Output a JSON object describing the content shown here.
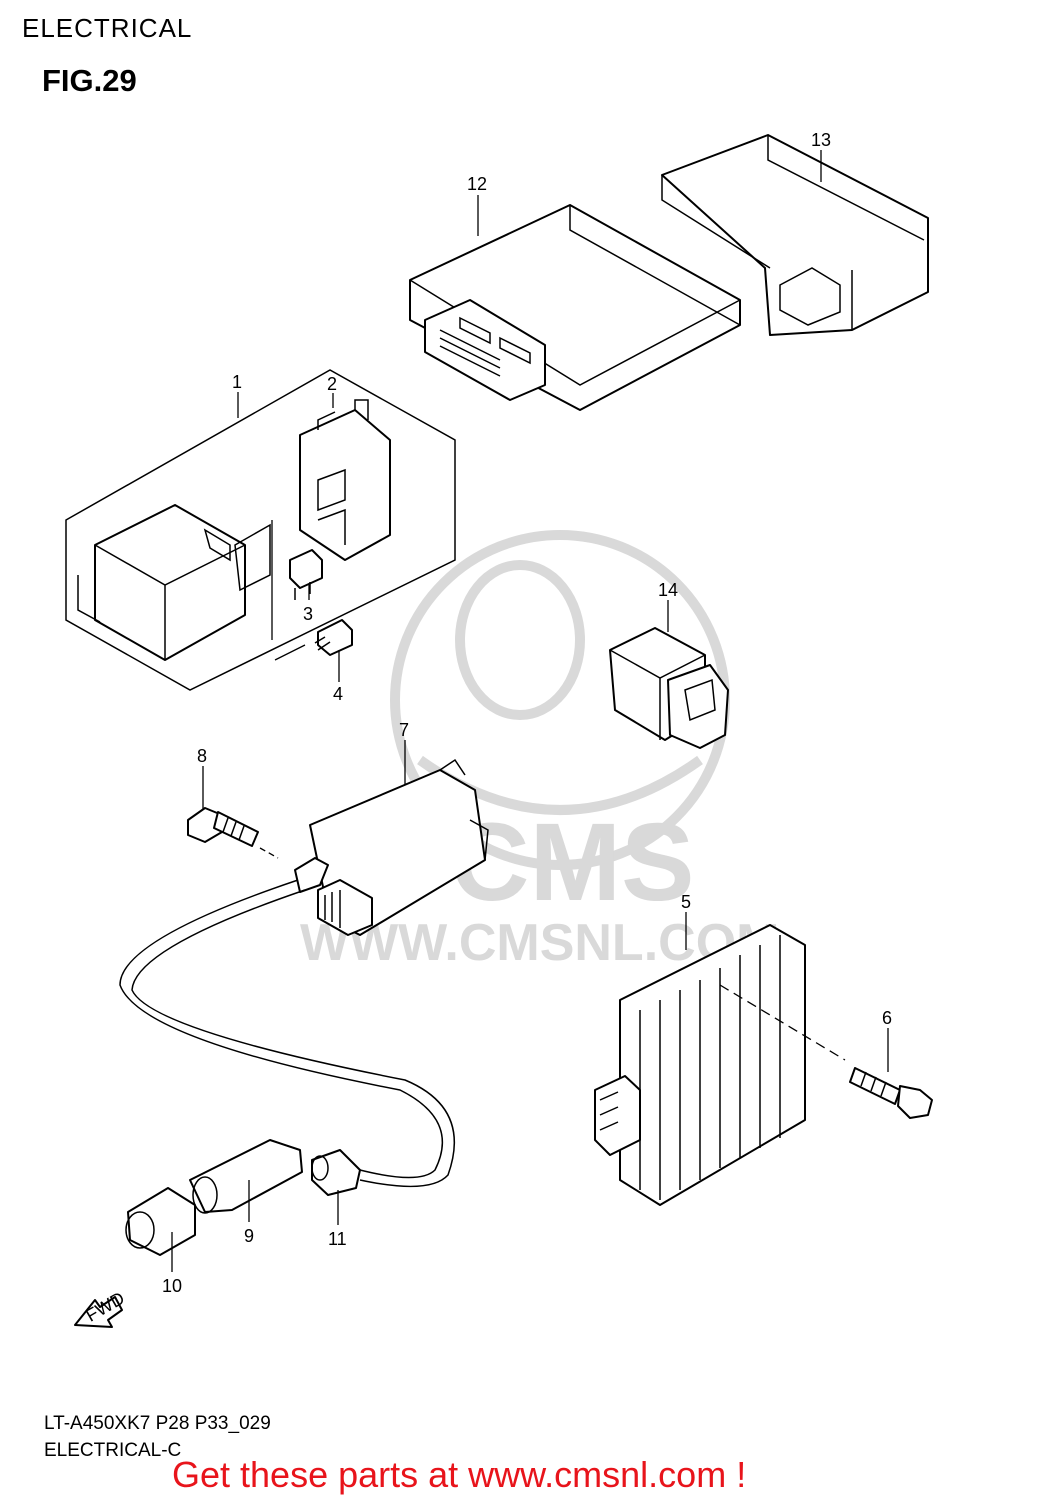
{
  "header": {
    "section_title": "ELECTRICAL",
    "figure_label": "FIG.29"
  },
  "footer": {
    "model_code": "LT-A450XK7 P28 P33_029",
    "page_label": "ELECTRICAL-C",
    "call_to_action": "Get these parts at www.cmsnl.com !"
  },
  "watermark": {
    "brand": "CMS",
    "url": "WWW.CMSNL.COM"
  },
  "fwd_arrow_label": "FWD",
  "callouts": [
    "1",
    "2",
    "3",
    "4",
    "5",
    "6",
    "7",
    "8",
    "9",
    "10",
    "11",
    "12",
    "13",
    "14"
  ]
}
